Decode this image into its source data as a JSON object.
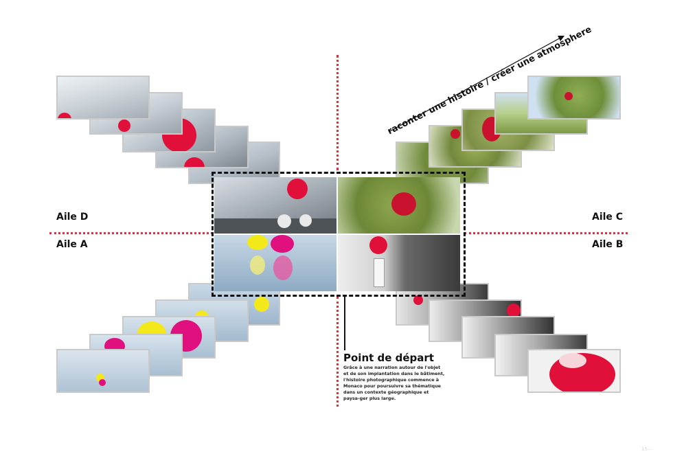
{
  "caption": "raconter une histoire / créer une atmosphere",
  "wings": {
    "d": "Aile D",
    "c": "Aile C",
    "a": "Aile A",
    "b": "Aile B"
  },
  "start": {
    "title": "Point de départ",
    "text": "Grâce à une narration autour de l'objet et de son implantation dans le bâtiment, l'histoire photographique commence à Monaco pour poursuivre sa thématique dans un contexte géographique et paysa-ger plus large."
  },
  "page_number": "15—",
  "colors": {
    "accent_red": "#d6343f",
    "ball_red": "#e0103a",
    "ball_magenta": "#e0107f",
    "ball_yellow": "#f3e81a",
    "frame": "#111111"
  }
}
